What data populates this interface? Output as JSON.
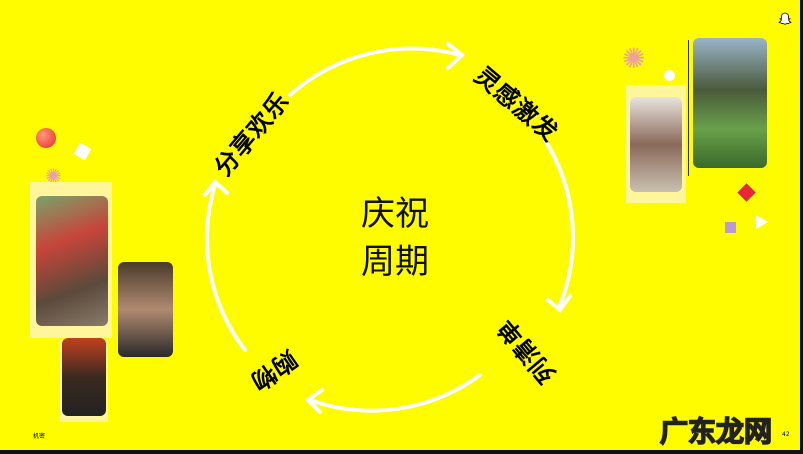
{
  "center_title": {
    "line1": "庆祝",
    "line2": "周期"
  },
  "cycle_steps": [
    {
      "label": "灵感激发"
    },
    {
      "label": "列清单"
    },
    {
      "label": "购物"
    },
    {
      "label": "分享欢乐"
    }
  ],
  "footer": {
    "left_text": "机密",
    "page_number": "42"
  },
  "watermark": "广东龙网",
  "icons": {
    "top_right": "ghost-icon"
  },
  "colors": {
    "background": "#FFFC00",
    "ring": "#FFFFFF",
    "text": "#000000"
  }
}
